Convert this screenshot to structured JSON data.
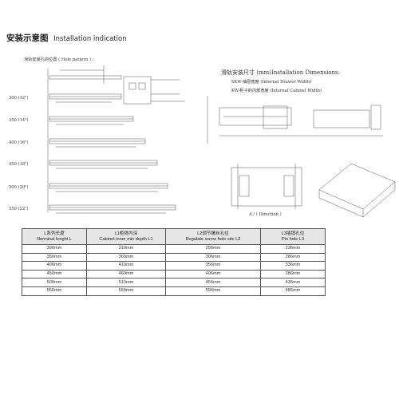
{
  "title": {
    "zh": "安装示意图",
    "en": "Installation indication"
  },
  "hole_pattern_label": "滑轨安装孔的位置 ( Hole pattern ) :",
  "rows": [
    "300 (12\")",
    "350 (14\")",
    "400 (16\")",
    "450 (18\")",
    "500 (20\")",
    "550 (22\")"
  ],
  "right": {
    "title": "滑轨安装尺寸 (mm)Installation Dimensions:",
    "note1": "SKW-抽屉宽度 (Internal Drawer Width)",
    "note2": "KW-柜子的内部宽度 (Internal Cabinet Width)",
    "direction_label": "A / ( Direction )"
  },
  "table": {
    "headers": [
      {
        "zh": "L系列长度",
        "en": "Norminal lenght L"
      },
      {
        "zh": "L1柜体内深",
        "en": "Cabinet inner min depth L1"
      },
      {
        "zh": "L2调节螺丝孔位",
        "en": "Regulate screw hole site L2"
      },
      {
        "zh": "L3插销孔位",
        "en": "Pin hole L3"
      }
    ],
    "rows": [
      [
        "300mm",
        "319mm",
        "256mm",
        "236mm"
      ],
      [
        "350mm",
        "369mm",
        "306mm",
        "286mm"
      ],
      [
        "400mm",
        "419mm",
        "356mm",
        "336mm"
      ],
      [
        "450mm",
        "469mm",
        "406mm",
        "386mm"
      ],
      [
        "500mm",
        "519mm",
        "456mm",
        "436mm"
      ],
      [
        "550mm",
        "559mm",
        "506mm",
        "486mm"
      ]
    ]
  }
}
